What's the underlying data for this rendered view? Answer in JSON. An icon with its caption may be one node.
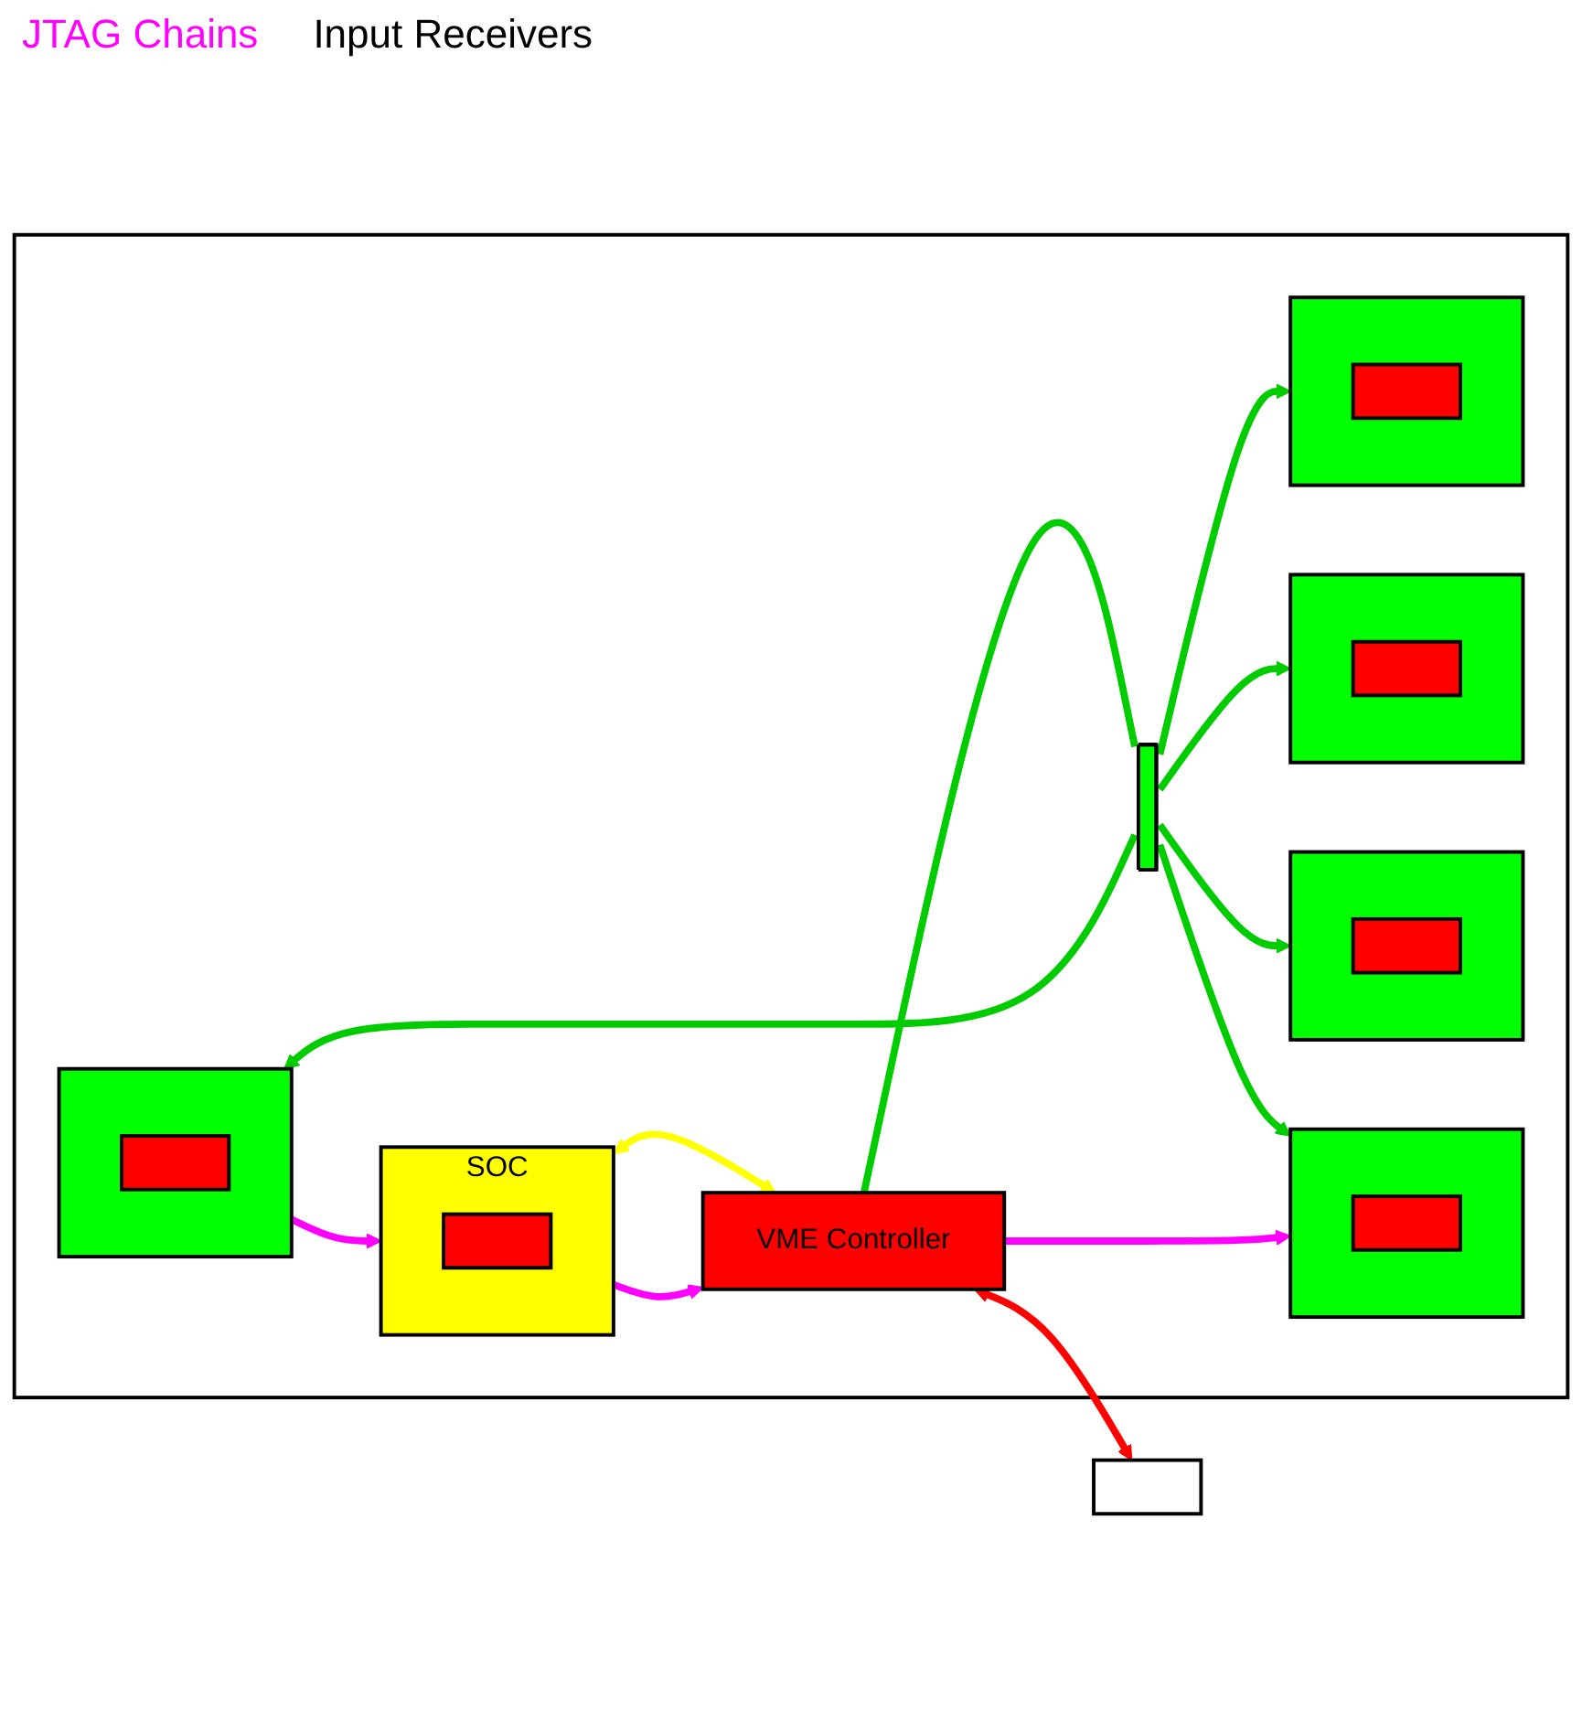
{
  "diagram": {
    "nodes": [
      {
        "text": [],
        "shape": "box"
      },
      {
        "text": [
          "VME Controller"
        ],
        "in": 0
      },
      {
        "text": [],
        "shape": "box"
      },
      {
        "text": [
          "SOC"
        ],
        "in": 0
      },
      {
        "text": [],
        "shape": "box",
        "in": 3
      },
      {
        "text": [],
        "shape": "bar",
        "in": 0
      },
      {
        "text": [],
        "shape": "box",
        "in": 0
      },
      {
        "text": [],
        "shape": "box",
        "in": 0
      },
      {
        "text": [],
        "shape": "box",
        "in": 0
      },
      {
        "text": [],
        "shape": "box",
        "in": 0
      },
      {
        "text": [],
        "shape": "box",
        "in": 0
      },
      {
        "text": [],
        "shape": "box",
        "in": 6
      },
      {
        "text": [],
        "shape": "box",
        "in": 7
      },
      {
        "text": [],
        "shape": "box",
        "in": 8
      },
      {
        "text": [],
        "shape": "box",
        "in": 9
      },
      {
        "text": [],
        "shape": "box",
        "in": 10
      }
    ],
    "edges": [
      {
        "from": 1,
        "to": 2,
        "arrow": "both",
        "color": "#ff0000"
      },
      {
        "from": 3,
        "to": 1,
        "arrow": "both",
        "color": "#ffff00"
      },
      {
        "from": 1,
        "to": 5,
        "arrow": "none"
      },
      {
        "from": 5,
        "to": 6,
        "arrow": "to"
      },
      {
        "from": 5,
        "to": 7,
        "arrow": "to"
      },
      {
        "from": 5,
        "to": 8,
        "arrow": "to"
      },
      {
        "from": 5,
        "to": 9,
        "arrow": "to"
      },
      {
        "from": 5,
        "to": 10,
        "arrow": "to"
      },
      {
        "from": 3,
        "to": 1,
        "arrow": "to",
        "color": "#ff00ff"
      },
      {
        "from": 1,
        "to": 6,
        "arrow": "to",
        "color": "#ff00ff"
      },
      {
        "from": 10,
        "to": 3,
        "arrow": "to",
        "color": "#ff00ff"
      }
    ],
    "labels": [
      "JTAG Chains",
      "Input Receivers"
    ]
  }
}
